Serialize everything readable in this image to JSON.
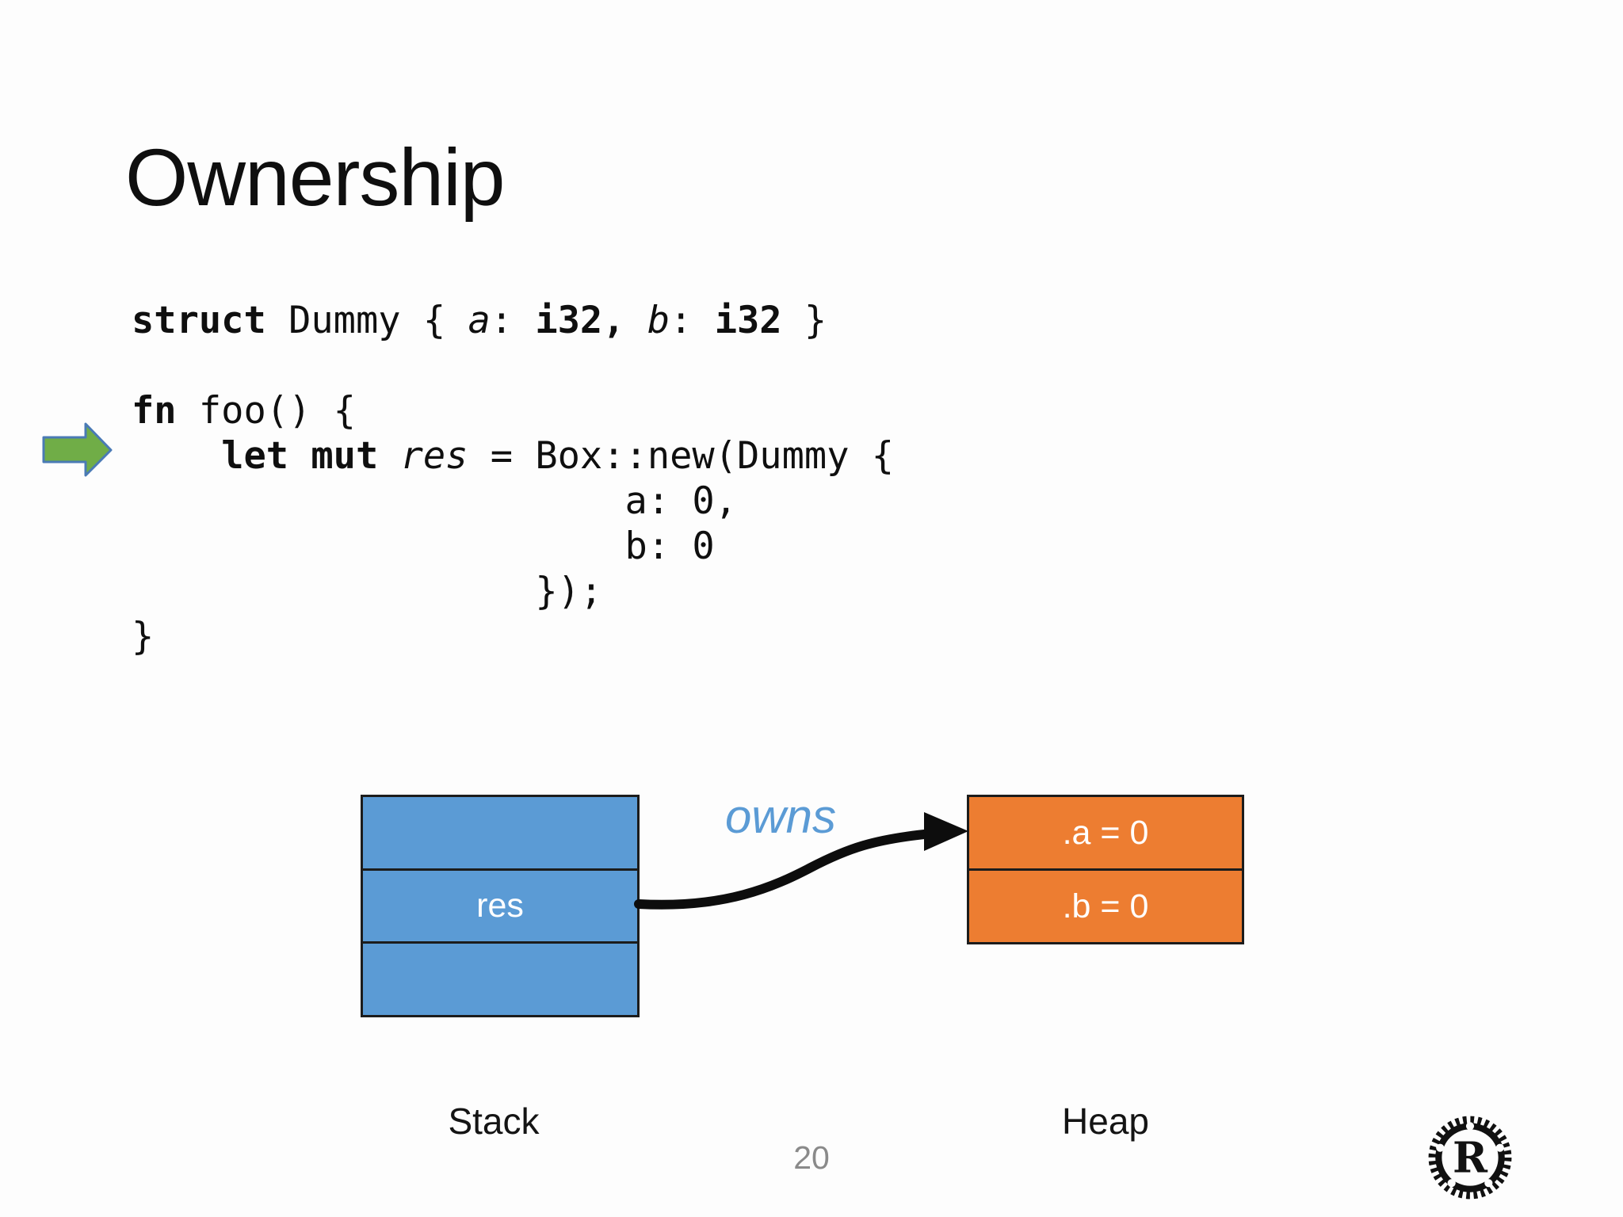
{
  "slide": {
    "title": "Ownership",
    "page_number": "20"
  },
  "code": {
    "lines": [
      [
        {
          "t": "struct",
          "s": "bold"
        },
        {
          "t": " Dummy { ",
          "s": "normal"
        },
        {
          "t": "a",
          "s": "italic"
        },
        {
          "t": ": ",
          "s": "normal"
        },
        {
          "t": "i32,",
          "s": "bold"
        },
        {
          "t": " ",
          "s": "normal"
        },
        {
          "t": "b",
          "s": "italic"
        },
        {
          "t": ": ",
          "s": "normal"
        },
        {
          "t": "i32",
          "s": "bold"
        },
        {
          "t": " }",
          "s": "normal"
        }
      ],
      [],
      [
        {
          "t": "fn",
          "s": "bold"
        },
        {
          "t": " foo() {",
          "s": "normal"
        }
      ],
      [
        {
          "t": "    ",
          "s": "normal"
        },
        {
          "t": "let mut",
          "s": "bold"
        },
        {
          "t": " ",
          "s": "normal"
        },
        {
          "t": "res",
          "s": "italic"
        },
        {
          "t": " = Box::new(Dummy {",
          "s": "normal"
        }
      ],
      [
        {
          "t": "                      a: 0,",
          "s": "normal"
        }
      ],
      [
        {
          "t": "                      b: 0",
          "s": "normal"
        }
      ],
      [
        {
          "t": "                  });",
          "s": "normal"
        }
      ],
      [
        {
          "t": "}",
          "s": "normal"
        }
      ]
    ]
  },
  "diagram": {
    "owns_label": "owns",
    "stack": {
      "label": "Stack",
      "cells": [
        "",
        "res",
        ""
      ]
    },
    "heap": {
      "label": "Heap",
      "cells": [
        ".a = 0",
        ".b = 0"
      ]
    },
    "colors": {
      "stack_fill": "#5B9BD5",
      "heap_fill": "#ED7D31",
      "border": "#1c1c1c",
      "owns_text": "#5B9BD5",
      "arrow": "#0d0d0d",
      "pointer_arrow_fill": "#70AD47",
      "pointer_arrow_stroke": "#4a7ab5"
    }
  },
  "footer": {
    "logo": "rust-logo"
  }
}
